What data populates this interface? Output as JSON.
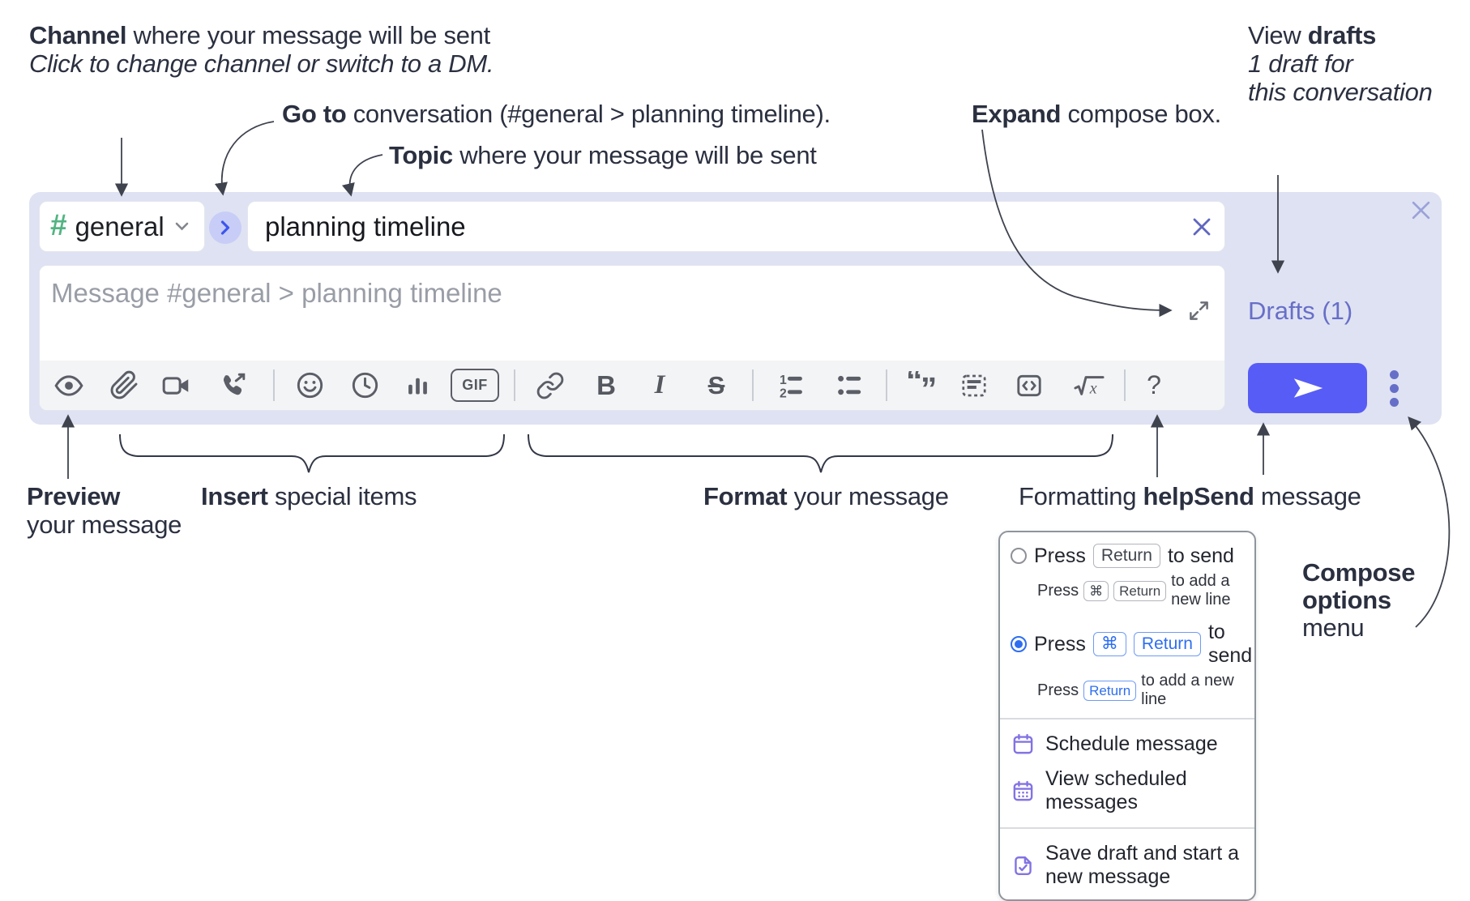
{
  "annotations": {
    "channel_bold": "Channel",
    "channel_rest": " where your message will be sent",
    "channel_sub": "Click to change channel or switch to a DM.",
    "goto_bold": "Go to",
    "goto_rest": " conversation (#general > planning timeline).",
    "topic_bold": "Topic",
    "topic_rest": " where your message will be sent",
    "expand_bold": "Expand",
    "expand_rest": " compose box.",
    "drafts_pre": "View ",
    "drafts_bold": "drafts",
    "drafts_line2": "1 draft for",
    "drafts_line3": "this conversation",
    "preview_bold": "Preview",
    "preview_line2": "your message",
    "insert_bold": "Insert",
    "insert_rest": " special items",
    "format_bold": "Format",
    "format_rest": " your message",
    "help_pre": "Formatting ",
    "help_bold": "help",
    "send_bold": "Send",
    "send_rest": " message",
    "compose_line1": "Compose",
    "compose_line2": "options",
    "compose_line3": "menu"
  },
  "composer": {
    "channel_hash": "#",
    "channel_name": "general",
    "topic_value": "planning timeline",
    "message_placeholder": "Message #general > planning timeline",
    "drafts_link": "Drafts (1)",
    "toolbar_icons": [
      "preview-eye",
      "attach-paperclip",
      "video-clip",
      "audio-call",
      "emoji-smiley",
      "recent-clock",
      "poll-bars",
      "gif",
      "link",
      "bold",
      "italic",
      "strikethrough",
      "ordered-list",
      "bulleted-list",
      "blockquote",
      "code-block",
      "inline-code",
      "formula",
      "formatting-help"
    ],
    "icon_glyphs": {
      "gif": "GIF",
      "bold": "B",
      "italic": "I",
      "strike": "S",
      "help": "?",
      "quote_open": "“",
      "quote_close": "”",
      "ol_1": "1",
      "ol_2": "2",
      "sqrt": "√",
      "sqrt_var": "x"
    }
  },
  "popup": {
    "press": "Press",
    "return_key": "Return",
    "cmd_key": "⌘",
    "to_send": "to send",
    "add_new_line": "to add a new line",
    "items": [
      "Schedule message",
      "View scheduled messages",
      "Save draft and start a new message"
    ]
  },
  "colors": {
    "container_lavender": "#dfe2f2",
    "send_accent": "#585cf6",
    "channel_green": "#53b483",
    "drafts_purple": "#676fc8",
    "radio_blue": "#2e6ef0",
    "menu_icon_purple": "#8273e3"
  }
}
